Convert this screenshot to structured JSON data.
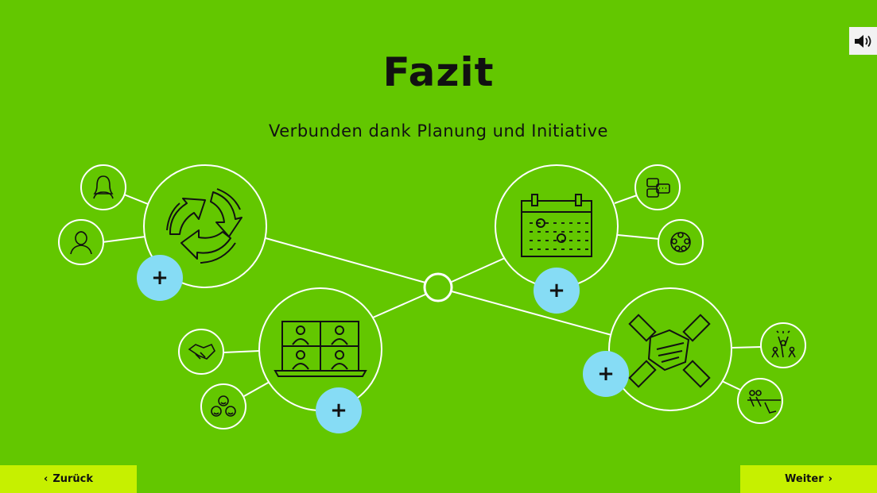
{
  "slide": {
    "title": "Fazit",
    "subtitle": "Verbunden dank Planung und Initiative"
  },
  "controls": {
    "sound_icon": "speaker-icon"
  },
  "hotspots": {
    "add_symbol": "+",
    "items": [
      {
        "topic": "cycle-arrows",
        "satellites": [
          "woman-avatar-icon",
          "man-avatar-icon"
        ]
      },
      {
        "topic": "calendar",
        "satellites": [
          "chat-bubbles-icon",
          "team-circle-icon"
        ]
      },
      {
        "topic": "video-conference",
        "satellites": [
          "handshake-icon",
          "smileys-icon"
        ]
      },
      {
        "topic": "stacked-hands",
        "satellites": [
          "celebration-icon",
          "tug-of-war-icon"
        ]
      }
    ]
  },
  "navigation": {
    "back_label": "Zurück",
    "next_label": "Weiter"
  },
  "colors": {
    "background": "#63c700",
    "plus_circle": "#86dcf5",
    "nav_button": "#c6f000",
    "lines": "#ffffff",
    "icon_stroke": "#111111"
  }
}
